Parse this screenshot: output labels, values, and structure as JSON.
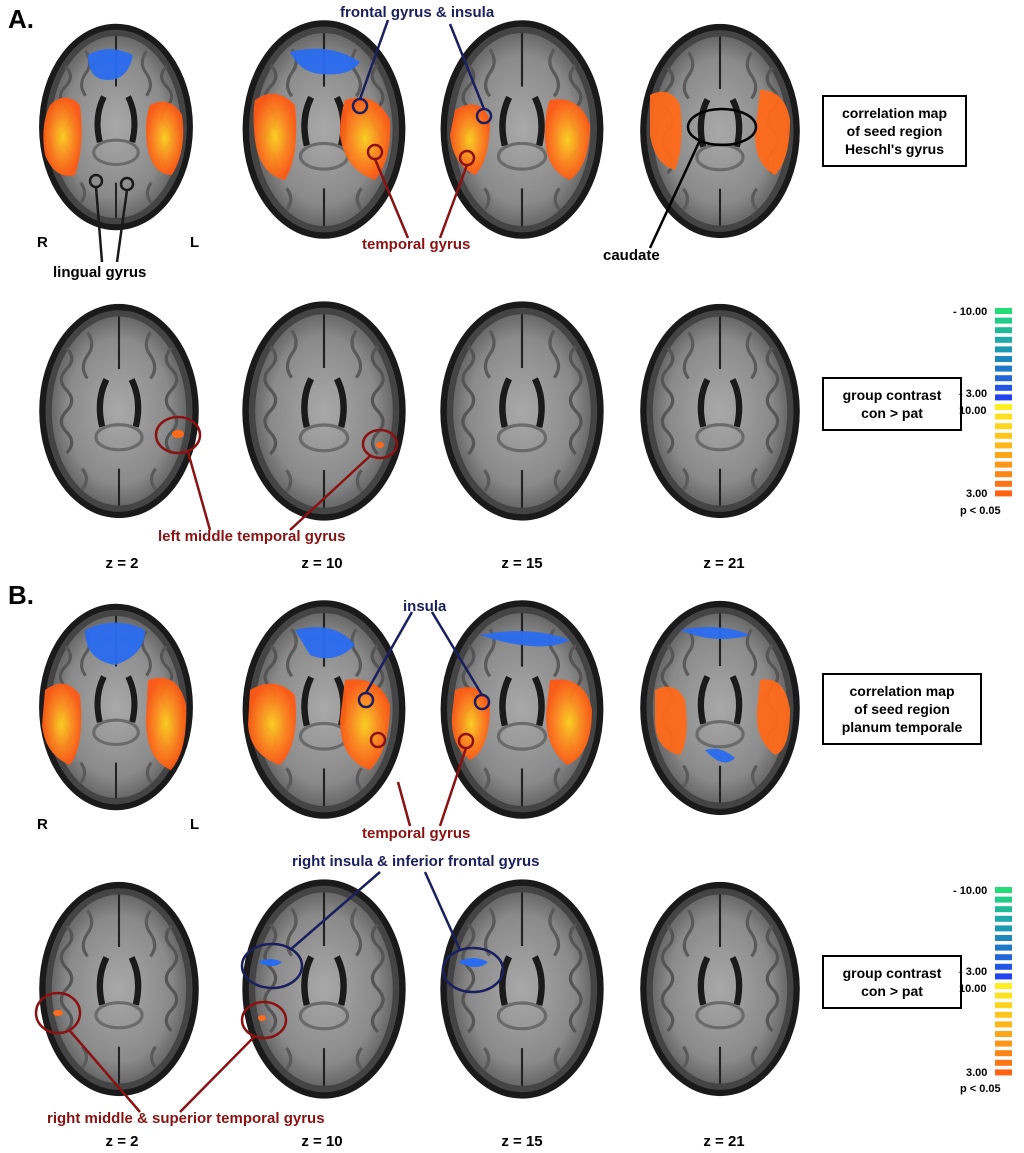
{
  "panels": {
    "a": {
      "label": "A.",
      "orientation": {
        "right": "R",
        "left": "L"
      },
      "row1_caption": [
        "correlation map",
        "of seed region",
        "Heschl's gyrus"
      ],
      "row2_caption": [
        "group contrast",
        "con > pat"
      ],
      "annotations": {
        "frontal_insula": "frontal gyrus & insula",
        "temporal": "temporal gyrus",
        "caudate": "caudate",
        "lingual": "lingual gyrus",
        "left_mtg": "left middle temporal gyrus"
      },
      "z_labels": [
        "z = 2",
        "z = 10",
        "z = 15",
        "z = 21"
      ]
    },
    "b": {
      "label": "B.",
      "orientation": {
        "right": "R",
        "left": "L"
      },
      "row1_caption": [
        "correlation map",
        "of seed region",
        "planum temporale"
      ],
      "row2_caption": [
        "group contrast",
        "con > pat"
      ],
      "annotations": {
        "insula": "insula",
        "temporal": "temporal gyrus",
        "right_insula_ifg": "right insula & inferior frontal gyrus",
        "right_mstg": "right middle & superior temporal gyrus"
      },
      "z_labels": [
        "z = 2",
        "z = 10",
        "z = 15",
        "z = 21"
      ]
    }
  },
  "colorbar": {
    "neg_max": "- 10.00",
    "neg_min": "- 3.00",
    "pos_max": "10.00",
    "pos_min": "3.00",
    "threshold": "p < 0.05"
  },
  "colors": {
    "activation_warm": "#ff6a1a",
    "activation_hot": "#ffd21f",
    "activation_cool": "#2a6cf0",
    "annotation_blue": "#1a1f5e",
    "annotation_red": "#8a1212"
  }
}
